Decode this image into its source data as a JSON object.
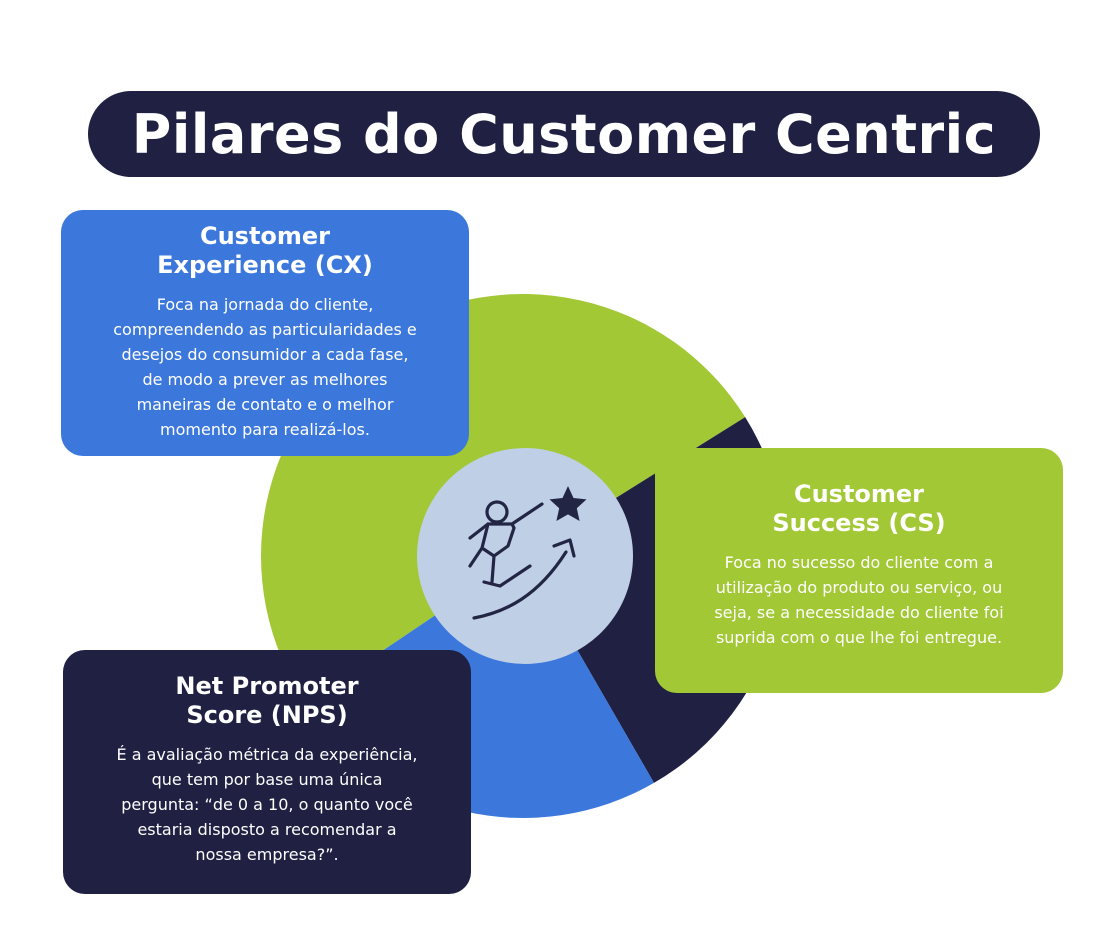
{
  "title": "Pilares do Customer Centric",
  "colors": {
    "navy": "#1F2042",
    "blue": "#3C78DC",
    "green": "#A2C835",
    "center_circle": "#BFCFE5",
    "icon": "#232545"
  },
  "center_icon": "person-climbing-arrow-star-icon",
  "pie_slices": [
    {
      "label": "Customer Experience (CX)",
      "color": "#A2C835",
      "start_deg": -124,
      "end_deg": 58
    },
    {
      "label": "Customer Success (CS)",
      "color": "#1F2042",
      "start_deg": 58,
      "end_deg": 150
    },
    {
      "label": "Net Promoter Score (NPS)",
      "color": "#3C78DC",
      "start_deg": 150,
      "end_deg": 236
    }
  ],
  "cards": {
    "cx": {
      "title": "Customer\nExperience (CX)",
      "body": "Foca na jornada do cliente,\ncompreendendo as particularidades e\ndesejos do consumidor a cada fase,\nde modo a prever as melhores\nmaneiras de contato e o melhor\nmomento para realizá-los."
    },
    "cs": {
      "title": "Customer\nSuccess (CS)",
      "body": "Foca no sucesso do cliente com a\nutilização do produto ou serviço, ou\nseja, se a necessidade do cliente foi\nsuprida com o que lhe foi entregue."
    },
    "nps": {
      "title": "Net Promoter\nScore (NPS)",
      "body": "É a avaliação métrica da experiência,\nque tem por base uma única\npergunta: “de 0 a 10, o quanto você\nestaria disposto a recomendar a\nnossa empresa?”."
    }
  }
}
